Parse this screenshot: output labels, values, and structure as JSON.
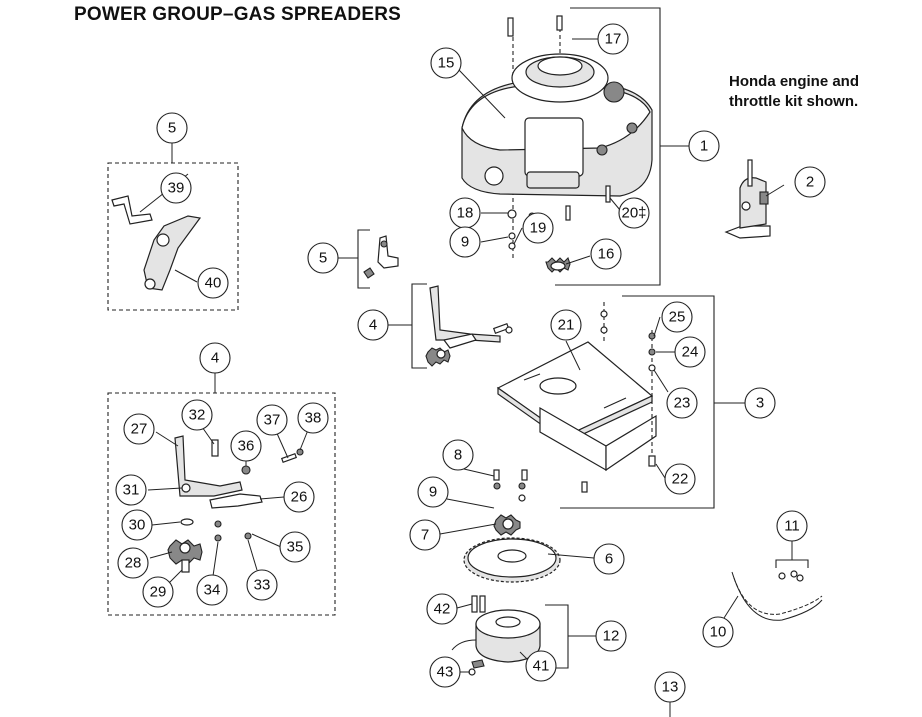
{
  "title": "POWER GROUP–GAS SPREADERS",
  "note_lines": [
    "Honda engine and",
    "throttle kit shown."
  ],
  "callouts": [
    "1",
    "2",
    "3",
    "4",
    "4",
    "5",
    "5",
    "6",
    "7",
    "8",
    "9",
    "9",
    "10",
    "11",
    "12",
    "13",
    "15",
    "16",
    "17",
    "18",
    "19",
    "20‡",
    "21",
    "22",
    "23",
    "24",
    "25",
    "26",
    "27",
    "28",
    "29",
    "30",
    "31",
    "32",
    "33",
    "34",
    "35",
    "36",
    "37",
    "38",
    "39",
    "40",
    "41",
    "42",
    "43"
  ],
  "colors": {
    "line": "#222222",
    "part_fill": "#e4e4e4",
    "background": "#ffffff"
  }
}
